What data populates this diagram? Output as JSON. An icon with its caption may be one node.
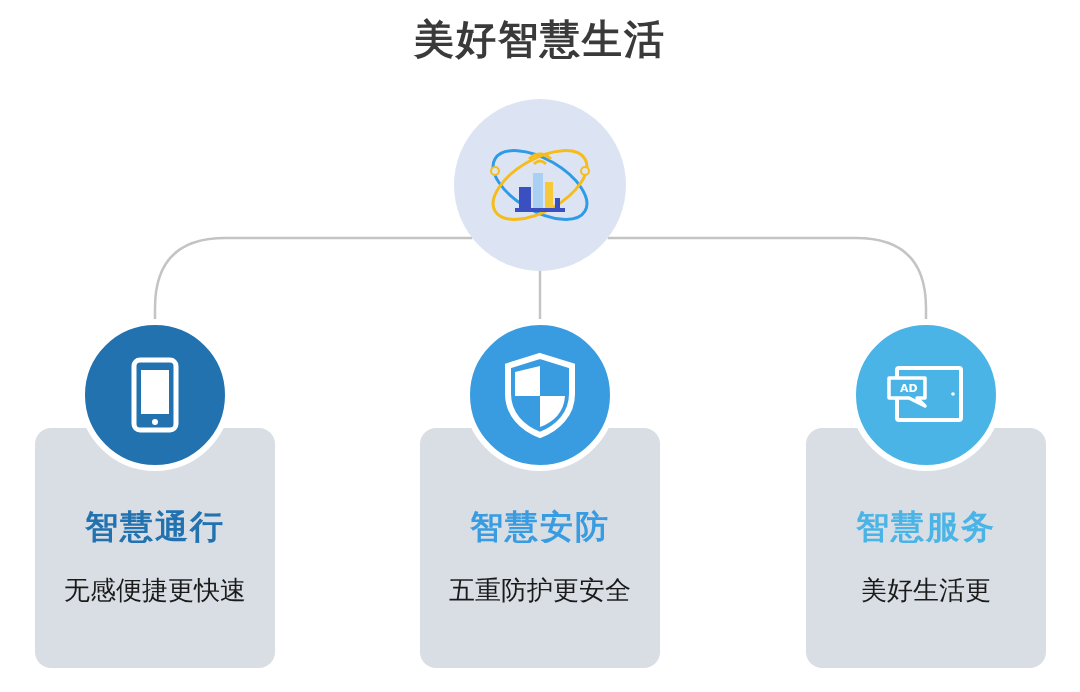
{
  "diagram": {
    "title": "美好智慧生活",
    "nodes": [
      {
        "text": [],
        "shape": "circle"
      },
      {
        "text": [
          "智慧通行",
          "无感便捷更快速"
        ]
      },
      {
        "text": [
          "智慧安防",
          "五重防护更安全"
        ]
      },
      {
        "text": [
          "智慧服务",
          "美好生活更"
        ]
      }
    ],
    "edges": [
      {
        "from": 0,
        "to": 1,
        "arrow": "none"
      },
      {
        "from": 0,
        "to": 2,
        "arrow": "none"
      },
      {
        "from": 0,
        "to": 3,
        "arrow": "none"
      }
    ],
    "labels": [
      "AD"
    ]
  }
}
